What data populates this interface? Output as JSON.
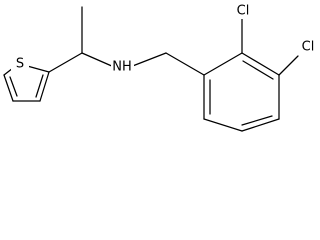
{
  "structure": {
    "atoms": {
      "sulfur": "S",
      "amine": "NH",
      "chloro_top": "Cl",
      "chloro_right": "Cl"
    }
  }
}
